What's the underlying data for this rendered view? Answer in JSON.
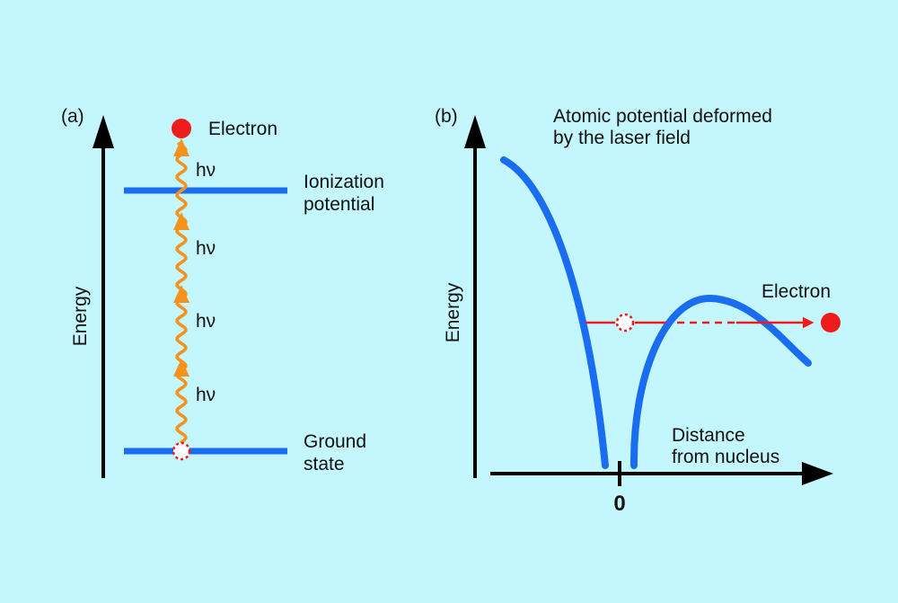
{
  "colors": {
    "background": "#c3f7fd",
    "level_line": "#1a6cf0",
    "potential_curve": "#1a6cf0",
    "photon": "#f5921e",
    "electron": "#ee1c1c",
    "axis": "#000000"
  },
  "panel_a": {
    "label": "(a)",
    "y_axis_label": "Energy",
    "electron_label": "Electron",
    "ionization_label_line1": "Ionization",
    "ionization_label_line2": "potential",
    "ground_label_line1": "Ground",
    "ground_label_line2": "state",
    "photon_label": "hν",
    "photons": [
      {
        "label": "hν"
      },
      {
        "label": "hν"
      },
      {
        "label": "hν"
      },
      {
        "label": "hν"
      }
    ]
  },
  "panel_b": {
    "label": "(b)",
    "title_line1": "Atomic potential deformed",
    "title_line2": "by the laser field",
    "y_axis_label": "Energy",
    "x_axis_label_line1": "Distance",
    "x_axis_label_line2": "from nucleus",
    "origin_label": "0",
    "electron_label": "Electron"
  }
}
